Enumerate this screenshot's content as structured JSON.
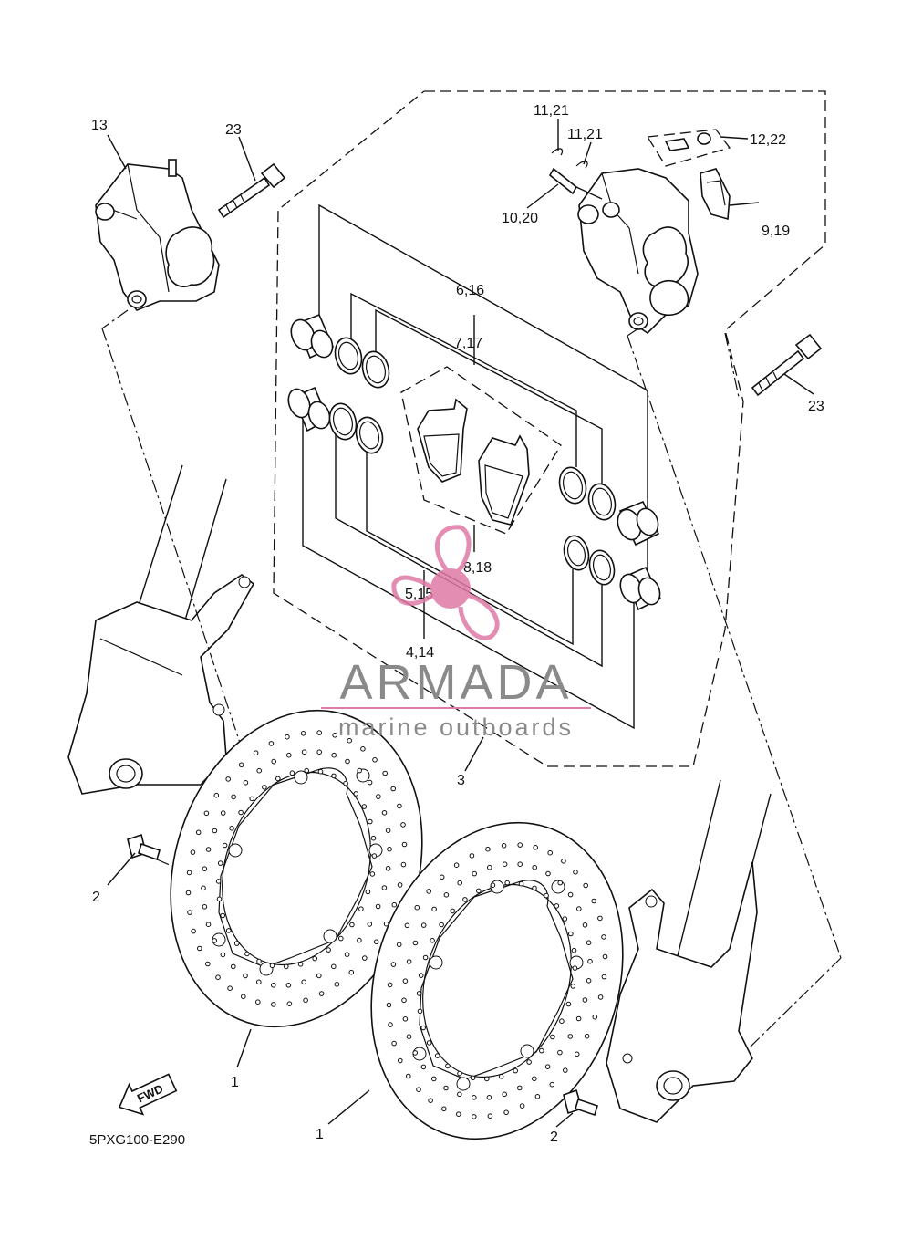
{
  "diagram": {
    "part_labels": [
      {
        "id": "13",
        "text": "13"
      },
      {
        "id": "23a",
        "text": "23"
      },
      {
        "id": "11a",
        "text": "11,21"
      },
      {
        "id": "11b",
        "text": "11,21"
      },
      {
        "id": "12",
        "text": "12,22"
      },
      {
        "id": "10",
        "text": "10,20"
      },
      {
        "id": "9",
        "text": "9,19"
      },
      {
        "id": "6",
        "text": "6,16"
      },
      {
        "id": "7",
        "text": "7,17"
      },
      {
        "id": "23b",
        "text": "23"
      },
      {
        "id": "8",
        "text": "8,18"
      },
      {
        "id": "5",
        "text": "5,15"
      },
      {
        "id": "4",
        "text": "4,14"
      },
      {
        "id": "3",
        "text": "3"
      },
      {
        "id": "2a",
        "text": "2"
      },
      {
        "id": "1a",
        "text": "1"
      },
      {
        "id": "1b",
        "text": "1"
      },
      {
        "id": "2b",
        "text": "2"
      }
    ],
    "drawing_code": "5PXG100-E290",
    "fwd_arrow_text": "FWD"
  },
  "watermark": {
    "brand": "ARMADA",
    "tagline": "marine outboards",
    "gray": "#8a8a8a",
    "pink": "#e07aa6"
  },
  "colors": {
    "ink": "#111111",
    "background": "#ffffff"
  }
}
